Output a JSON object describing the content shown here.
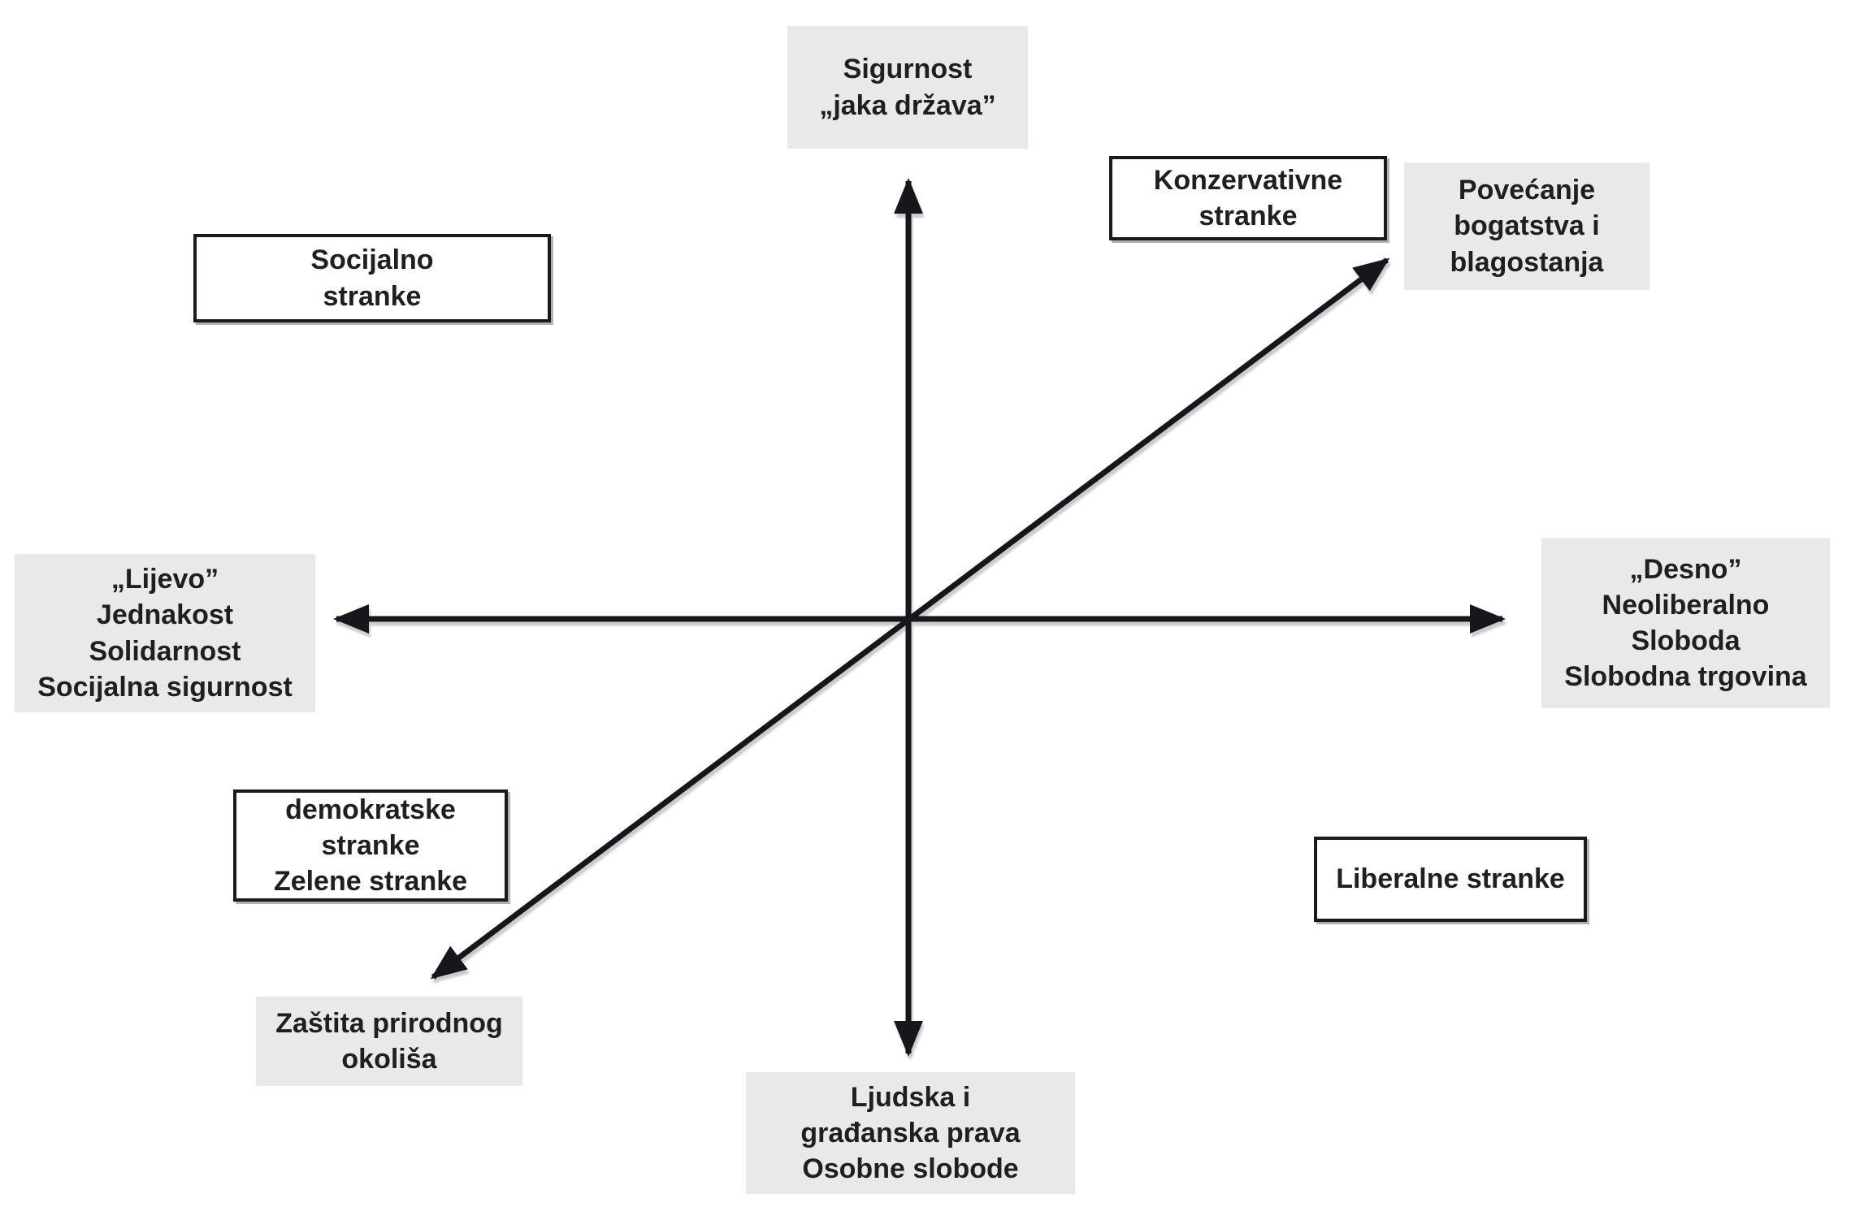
{
  "diagram": {
    "description": "Political compass diagram (Croatian): party families positioned around three crossing value axes"
  },
  "colors": {
    "axis": "#15151f",
    "box_gray_bg": "#e9e9e8",
    "box_white_bg": "#ffffff",
    "box_border": "#1a1a1a",
    "text": "#1f1f1f",
    "page_bg": "#ffffff"
  },
  "labels": {
    "sigurnost": {
      "text": "Sigurnost\n„jaka država”",
      "box_style": "gray",
      "position": "top-center, above vertical axis"
    },
    "konzervativne": {
      "text": "Konzervativne\nstranke",
      "box_style": "white-bordered",
      "position": "upper-right quadrant"
    },
    "povecanje": {
      "text": "Povećanje\nbogatstva i\nblagostanja",
      "box_style": "gray",
      "position": "top-right, at diagonal arrow head"
    },
    "socijalno": {
      "text": "Socijalno\nstranke",
      "box_style": "white-bordered",
      "position": "upper-left quadrant"
    },
    "lijevo": {
      "text": "„Lijevo”\nJednakost\nSolidarnost\nSocijalna sigurnost",
      "box_style": "gray",
      "position": "left end of horizontal axis"
    },
    "desno": {
      "text": "„Desno”\nNeoliberalno\nSloboda\nSlobodna trgovina",
      "box_style": "gray",
      "position": "right end of horizontal axis"
    },
    "demokratske": {
      "text": "demokratske\nstranke\nZelene stranke",
      "box_style": "white-bordered",
      "position": "lower-left quadrant"
    },
    "zastita": {
      "text": "Zaštita prirodnog\nokoliša",
      "box_style": "gray",
      "position": "bottom-left, at diagonal arrow tail"
    },
    "ljudska": {
      "text": "Ljudska i\ngrađanska prava\nOsobne slobode",
      "box_style": "gray",
      "position": "bottom-center, below vertical axis"
    },
    "liberalne": {
      "text": "Liberalne stranke",
      "box_style": "white-bordered",
      "position": "lower-right quadrant"
    }
  },
  "axes": [
    {
      "name": "vertical-axis",
      "from_label": "Ljudska i građanska prava / Osobne slobode",
      "to_label": "Sigurnost / „jaka država”",
      "double_headed": true
    },
    {
      "name": "horizontal-axis",
      "from_label": "„Lijevo”",
      "to_label": "„Desno”",
      "double_headed": true
    },
    {
      "name": "diagonal-axis",
      "from_label": "Zaštita prirodnog okoliša",
      "to_label": "Povećanje bogatstva i blagostanja",
      "double_headed": true
    }
  ]
}
